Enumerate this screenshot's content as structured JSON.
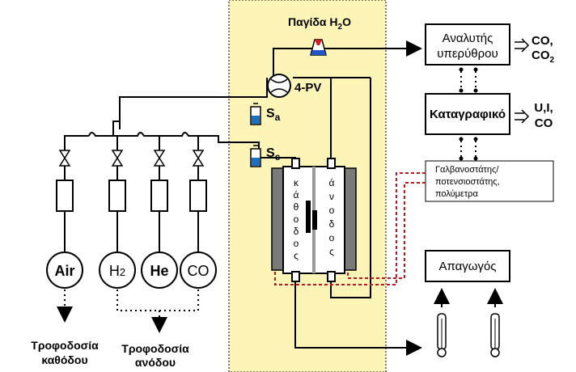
{
  "colors": {
    "zone": "#fdf5b8",
    "zone_border": "#000000",
    "sensor_blue": "#1f6fc0",
    "trap_red": "#d21e1e",
    "trap_blue": "#2255cc",
    "signal_red": "#c0171c",
    "electrode_gray": "#7a7a7a"
  },
  "labels": {
    "trap": "Παγίδα H",
    "trap_sub": "2",
    "trap_tail": "O",
    "valve": "4-PV",
    "sa_main": "S",
    "sa_sub": "a",
    "sc_main": "S",
    "sc_sub": "c",
    "cathode_letters": [
      "κ",
      "ά",
      "θ",
      "ο",
      "δ",
      "ο",
      "ς"
    ],
    "anode_letters": [
      "ά",
      "ν",
      "ο",
      "δ",
      "ο",
      "ς"
    ],
    "gases": [
      {
        "main": "Air",
        "sub": ""
      },
      {
        "main": "H",
        "sub": "2"
      },
      {
        "main": "He",
        "sub": ""
      },
      {
        "main": "CO",
        "sub": ""
      }
    ],
    "cathode_feed_1": "Τροφοδοσία",
    "cathode_feed_2": "καθόδου",
    "anode_feed_1": "Τροφοδοσία",
    "anode_feed_2": "ανόδου"
  },
  "boxes": {
    "analyzer_1": "Αναλυτής",
    "analyzer_2": "υπερύθρου",
    "analyzer_out_1": "CO,",
    "analyzer_out_2": "CO",
    "analyzer_out_2_sub": "2",
    "recorder": "Καταγραφικό",
    "recorder_out_1": "U,I,",
    "recorder_out_2": "CO",
    "galv_1": "Γαλβανοστάτης/",
    "galv_2": "ποτενσιοστάτης,",
    "galv_3": "πολύμετρα",
    "exhaust": "Απαγωγός"
  }
}
